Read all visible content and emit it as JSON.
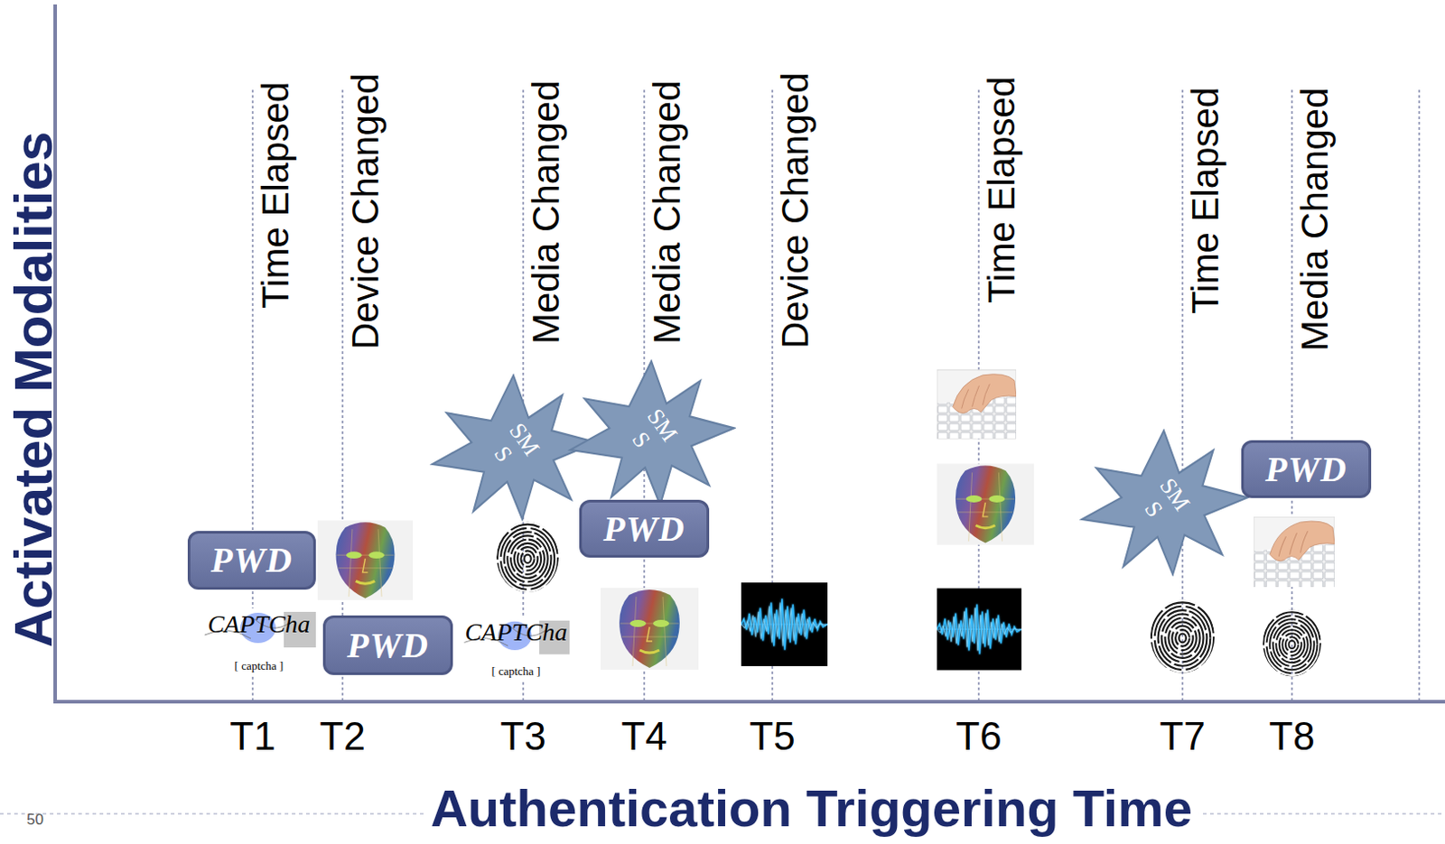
{
  "diagram": {
    "nodes": [
      {
        "text": [
          "PWD"
        ]
      },
      {
        "text": [
          "PWD"
        ]
      },
      {
        "text": [
          "SM S"
        ]
      },
      {
        "text": [
          "SM S"
        ]
      },
      {
        "text": [
          "PWD"
        ]
      },
      {
        "text": [
          "SM S"
        ]
      },
      {
        "text": [
          "PWD"
        ]
      }
    ],
    "labels": [
      "Activated Modalities",
      "Time Elapsed",
      "Device Changed",
      "Media Changed",
      "Media Changed",
      "Device Changed",
      "Time Elapsed",
      "Time Elapsed",
      "Media Changed",
      "CAPTCha",
      "[ captcha ]",
      "CAPTCha",
      "[ captcha ]",
      "T1",
      "T2",
      "T3",
      "T4",
      "T5",
      "T6",
      "T7",
      "T8",
      "Authentication Triggering Time",
      "50"
    ]
  }
}
